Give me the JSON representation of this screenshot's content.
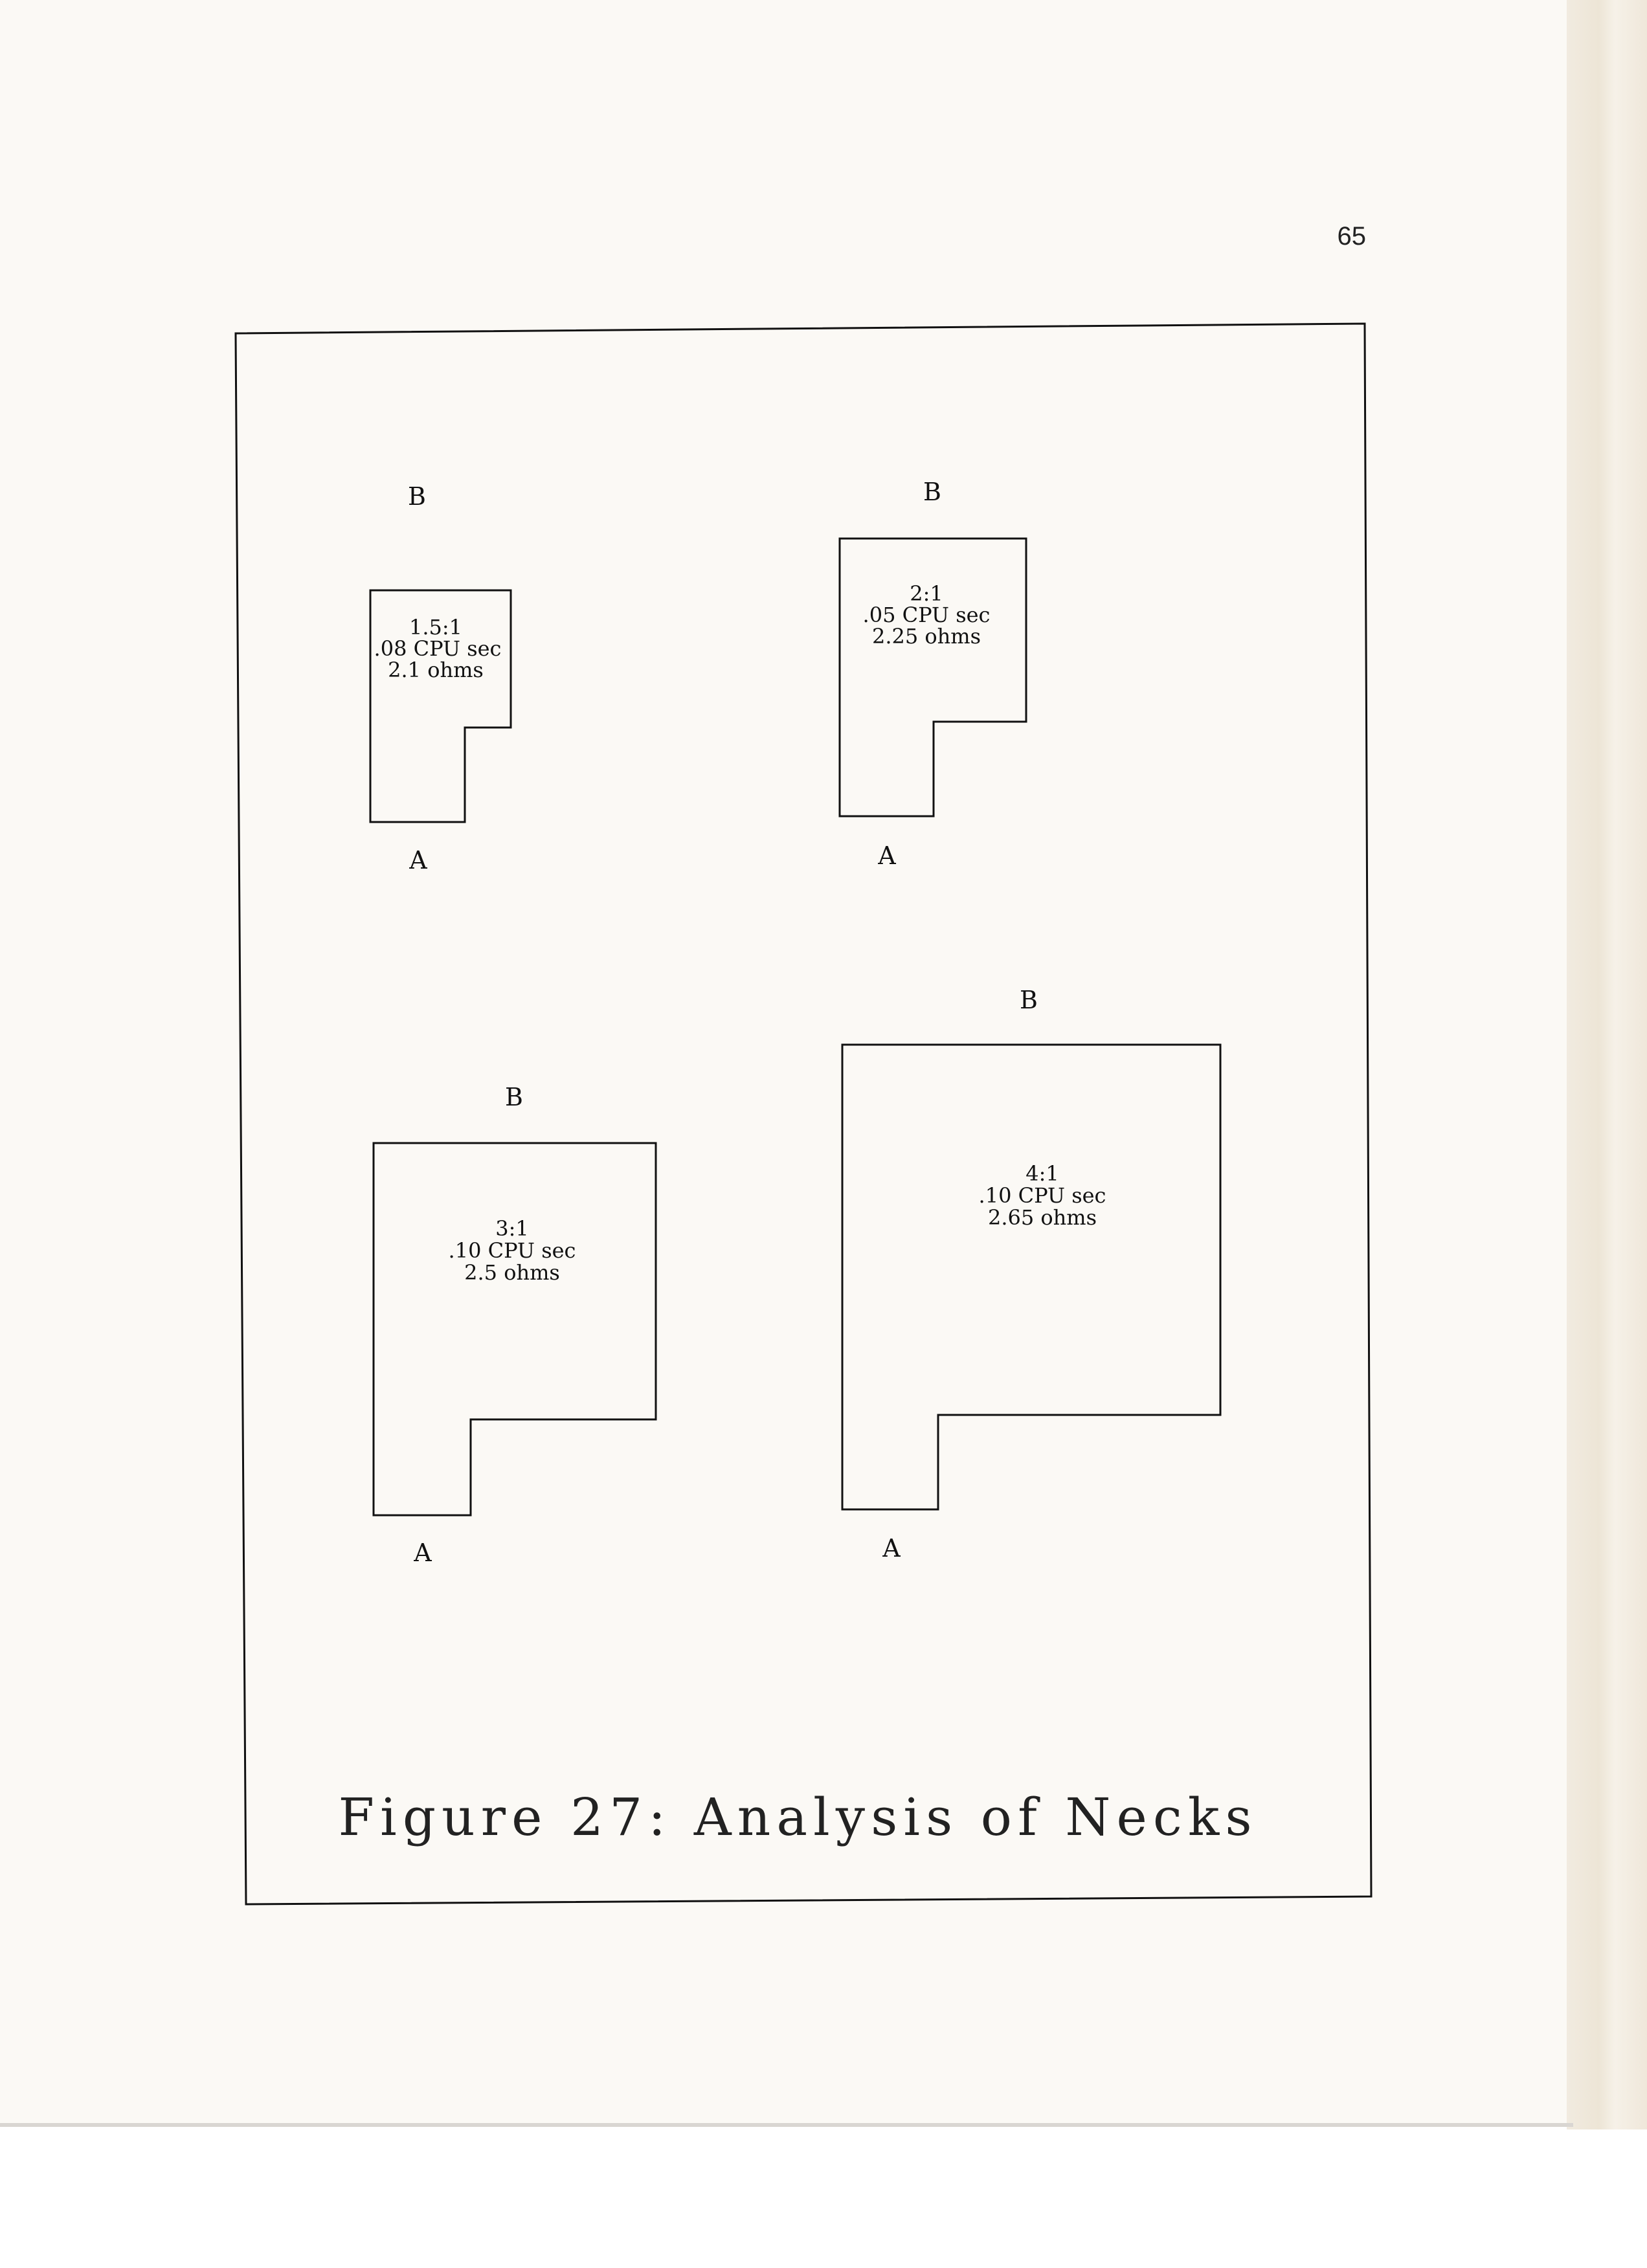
{
  "page_number": "65",
  "figure": {
    "caption": "Figure 27: Analysis of Necks",
    "panels": [
      {
        "top_label": "B",
        "bottom_label": "A",
        "ratio": "1.5:1",
        "cpu": ".08 CPU sec",
        "resistance": "2.1 ohms"
      },
      {
        "top_label": "B",
        "bottom_label": "A",
        "ratio": "2:1",
        "cpu": ".05 CPU sec",
        "resistance": "2.25 ohms"
      },
      {
        "top_label": "B",
        "bottom_label": "A",
        "ratio": "3:1",
        "cpu": ".10 CPU sec",
        "resistance": "2.5 ohms"
      },
      {
        "top_label": "B",
        "bottom_label": "A",
        "ratio": "4:1",
        "cpu": ".10 CPU sec",
        "resistance": "2.65 ohms"
      }
    ]
  }
}
